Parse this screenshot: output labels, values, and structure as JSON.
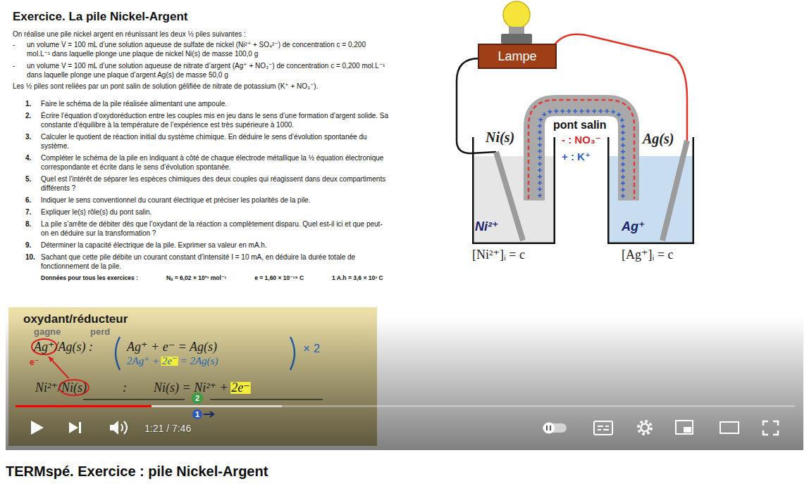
{
  "diagram": {
    "title": "Exercice. La pile Nickel-Argent",
    "caption": "TERMspé. Exercice : pile Nickel-Argent",
    "nodes": [
      {
        "text": [
          "Lampe"
        ]
      },
      {
        "text": [
          "Ni²⁺"
        ]
      },
      {
        "text": [
          "Ag⁺"
        ]
      },
      {
        "text": [
          "oxydant/réducteur",
          "gagne",
          "perd",
          "Ag⁺/Ag(s) :",
          "e⁻",
          "Ag⁺ + e⁻ = Ag(s)",
          "2Ag⁺ + 2e⁻ = 2Ag(s)",
          "× 2",
          "Ni²⁺/Ni(s)",
          ":",
          "Ni(s) = Ni²⁺ + 2e⁻"
        ]
      },
      {
        "text": [
          "2"
        ],
        "in": 3
      },
      {
        "text": [
          "1"
        ],
        "in": 3
      }
    ],
    "labels": [
      "On réalise une pile nickel argent en réunissant les deux ½ piles suivantes :",
      "-",
      "un volume V = 100 mL d’une solution aqueuse de sulfate de nickel (Ni²⁺ + SO₄²⁻) de concentration c = 0,200 mol.L⁻¹ dans laquelle plonge une plaque de nickel Ni(s) de masse 100,0 g",
      "-",
      "un volume V = 100 mL d’une solution aqueuse de nitrate d’argent (Ag⁺ + NO₃⁻) de concentration c = 0,200 mol.L⁻¹ dans laquelle plonge une plaque d’argent Ag(s) de masse 50,0 g",
      "Les ½ piles sont reliées par un pont salin de solution gélifiée de nitrate de potassium (K⁺ + NO₃⁻).",
      "1.",
      "Faire le schéma de la pile réalisée alimentant une ampoule.",
      "2.",
      "Écrire l’équation d’oxydoréduction entre les couples mis en jeu dans le sens d’une formation d’argent solide. Sa constante d’équilibre à la température de l’expérience est très supérieure à 1000.",
      "3.",
      "Calculer le quotient de réaction initial du système chimique. En déduire le sens d’évolution spontanée du système.",
      "4.",
      "Compléter le schéma de la pile en indiquant à côté de chaque électrode métallique la ½ équation électronique correspondante et écrite dans le sens d’évolution spontanée.",
      "5.",
      "Quel est l’intérêt de séparer les espèces chimiques des deux couples qui réagissent dans deux compartiments différents ?",
      "6.",
      "Indiquer le sens conventionnel du courant électrique et préciser les polarités de la pile.",
      "7.",
      "Expliquer le(s) rôle(s) du pont salin.",
      "8.",
      "La pile s’arrête de débiter dès que l’oxydant de la réaction a complètement disparu. Quel est-il ici et que peut-on en déduire sur la transformation ?",
      "9.",
      "Déterminer la capacité électrique de la pile. Exprimer sa valeur en mA.h.",
      "10.",
      "Sachant que cette pile débite un courant constant d’intensité I = 10 mA, en déduire la durée totale de fonctionnement de la pile.",
      "Données pour tous les exercices :",
      "Nₐ = 6,02 × 10²³ mol⁻¹",
      "e = 1,60 × 10⁻¹⁹ C",
      "1 A.h = 3,6 × 10³ C",
      "Ni(s)",
      "Ag(s)",
      "pont salin",
      "- : NO₃⁻",
      "+ : K⁺",
      "[Ni²⁺]ᵢ = c",
      "[Ag⁺]ᵢ = c",
      "1:21 / 7:46"
    ]
  }
}
